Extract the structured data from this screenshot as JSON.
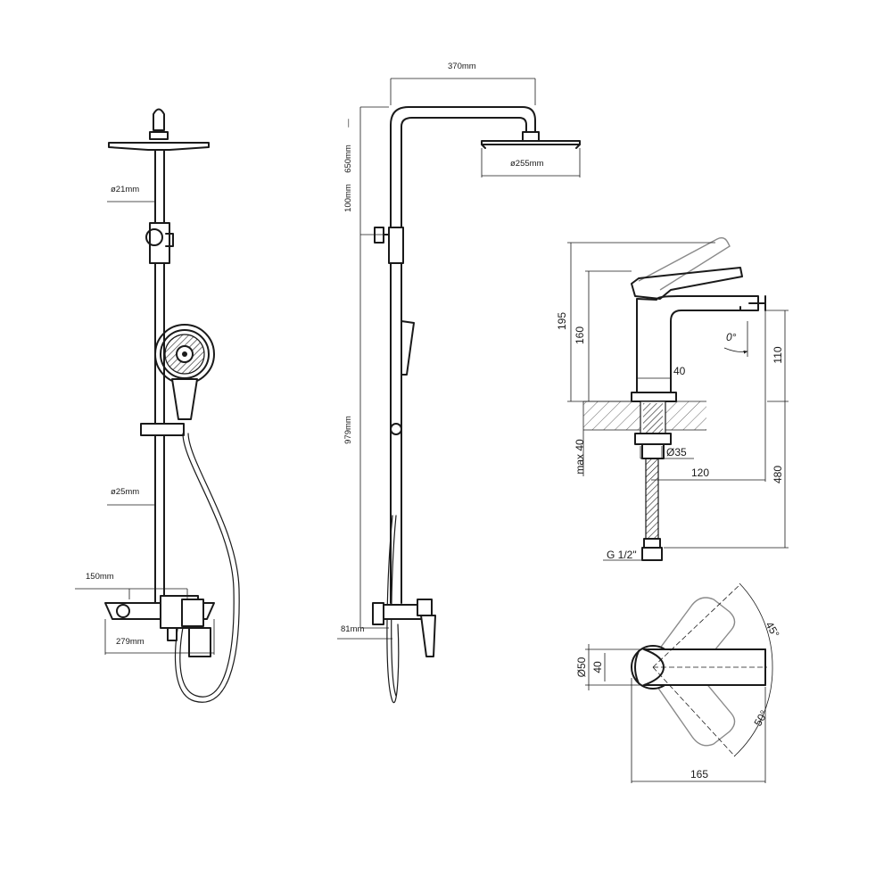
{
  "shower_front": {
    "d_rod_top": "ø21mm",
    "d_rod_bottom": "ø25mm",
    "w_mixer": "150mm",
    "w_shelf": "279mm"
  },
  "shower_side": {
    "arm_length": "370mm",
    "head_diameter": "ø255mm",
    "height_top": "650mm",
    "height_top_dash": "—",
    "height_adjust": "100mm",
    "height_rail": "979mm",
    "mixer_depth": "81mm"
  },
  "faucet_side": {
    "h_total": "195",
    "h_body": "160",
    "spout_angle": "0°",
    "h_spout": "110",
    "d_body": "40",
    "max_thickness": "max 40",
    "d_shank": "Ø35",
    "reach": "120",
    "hose_length": "480",
    "thread": "G 1/2\""
  },
  "faucet_top": {
    "d_outer": "Ø50",
    "d_inner": "40",
    "angle_up": "45°",
    "angle_down": "50°",
    "length": "165"
  }
}
